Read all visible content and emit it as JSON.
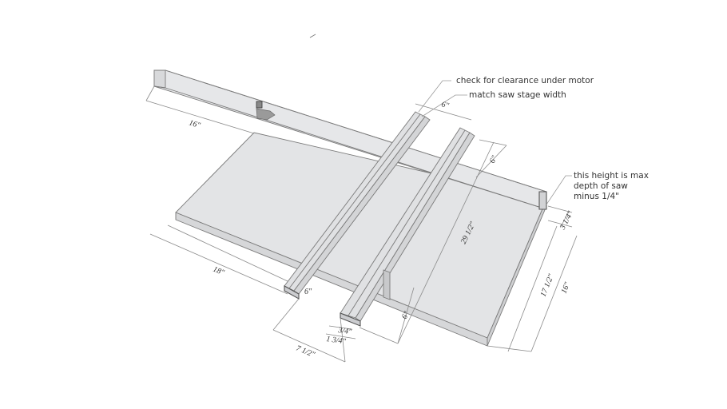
{
  "annotations": {
    "clearance_note": "check for clearance under motor",
    "stage_width_note": "match saw stage width",
    "height_note": "this height is max\ndepth of saw\nminus 1/4\""
  },
  "dimensions": {
    "fence_length": "16\"",
    "base_width": "18\"",
    "rail_spacing_top": "6\"",
    "rail_offset_right": "6\"",
    "rail_length": "29 1/2\"",
    "fence_height": "3 1/4\"",
    "base_depth": "17 1/2\"",
    "right_depth": "16\"",
    "rail_end_offset": "6\"",
    "left_rail_label": "6\"",
    "groove_width": "3/4\"",
    "rail_width": "1 3/4\"",
    "rail_offset_bottom": "7 1/2\""
  },
  "colors": {
    "panel_fill": "#e3e4e6",
    "panel_light": "#eeeff1",
    "edge": "#7a7a7a",
    "background": "#ffffff"
  }
}
